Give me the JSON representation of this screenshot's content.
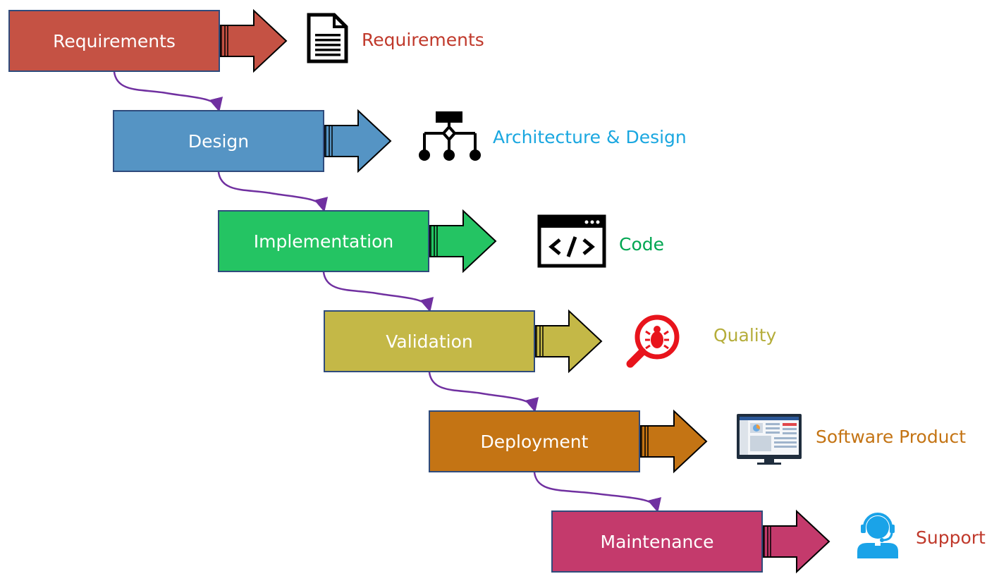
{
  "colors": {
    "requirements": "#c55244",
    "design": "#5594c4",
    "implementation": "#24c463",
    "validation": "#c4b847",
    "deployment": "#c47414",
    "maintenance": "#c43a6c",
    "connector": "#7030a0",
    "outline": "#2f4b7c"
  },
  "phases": [
    {
      "label": "Requirements",
      "outcome": "Requirements",
      "icon": "document-icon",
      "color": "#c55244",
      "text_color": "#c0392b"
    },
    {
      "label": "Design",
      "outcome": "Architecture & Design",
      "icon": "hierarchy-icon",
      "color": "#5594c4",
      "text_color": "#1aa7e0"
    },
    {
      "label": "Implementation",
      "outcome": "Code",
      "icon": "code-window-icon",
      "color": "#24c463",
      "text_color": "#00a651"
    },
    {
      "label": "Validation",
      "outcome": "Quality",
      "icon": "bug-magnifier-icon",
      "color": "#c4b847",
      "text_color": "#b5ad3a"
    },
    {
      "label": "Deployment",
      "outcome": "Software Product",
      "icon": "monitor-icon",
      "color": "#c47414",
      "text_color": "#c47414"
    },
    {
      "label": "Maintenance",
      "outcome": "Support",
      "icon": "support-agent-icon",
      "color": "#c43a6c",
      "text_color": "#c0392b"
    }
  ]
}
